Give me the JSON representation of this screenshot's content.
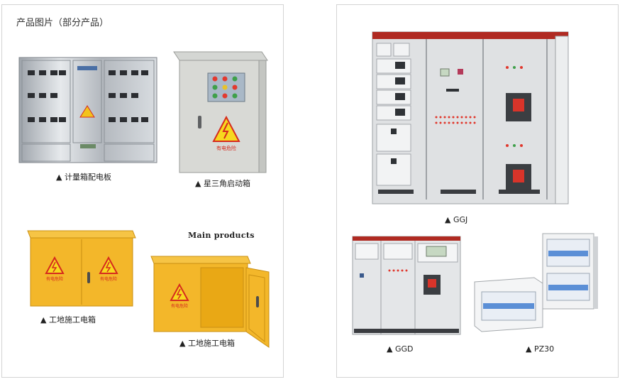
{
  "left_panel": {
    "title": "产品图片（部分产品）",
    "main_products": "Main products",
    "captions": {
      "meter_box": "▲ 计量箱配电板",
      "star_delta": "▲ 星三角启动箱",
      "site_box_closed": "▲ 工地施工电箱",
      "site_box_open": "▲ 工地施工电箱"
    },
    "warning_text": "有电危险"
  },
  "right_panel": {
    "captions": {
      "ggj": "▲ GGJ",
      "ggd": "▲ GGD",
      "pz30": "▲ PZ30"
    }
  },
  "colors": {
    "steel": "#c9cdd2",
    "cabinet_gray": "#e4e6e8",
    "construction_yellow": "#f3b72a",
    "warning_red": "#d62a1e",
    "pz30_blue": "#5b8fd6"
  }
}
